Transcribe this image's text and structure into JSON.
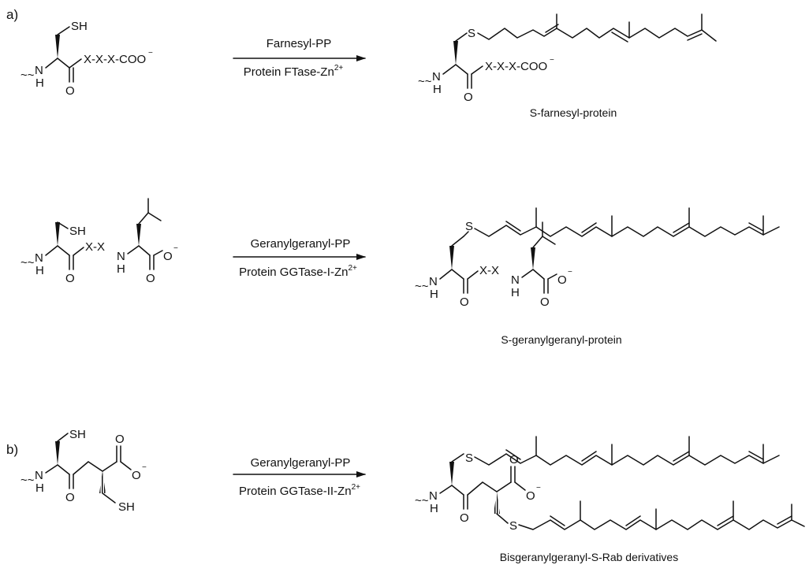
{
  "panels": {
    "a": "a)",
    "b": "b)"
  },
  "atoms": {
    "sh": "SH",
    "s": "S",
    "nh_n": "N",
    "nh_h": "H",
    "o": "O",
    "tilde": "~~",
    "xxx_coo": "X-X-X-COO",
    "xx": "X-X",
    "n": "N",
    "h": "H",
    "o_minus": "O",
    "minus": "−"
  },
  "reactions": [
    {
      "reagent_top": "Farnesyl-PP",
      "reagent_bottom_base": "Protein FTase-Zn",
      "reagent_bottom_sup": "2+",
      "product_name": "S-farnesyl-protein"
    },
    {
      "reagent_top": "Geranylgeranyl-PP",
      "reagent_bottom_base": "Protein GGTase-I-Zn",
      "reagent_bottom_sup": "2+",
      "product_name": "S-geranylgeranyl-protein"
    },
    {
      "reagent_top": "Geranylgeranyl-PP",
      "reagent_bottom_base": "Protein GGTase-II-Zn",
      "reagent_bottom_sup": "2+",
      "product_name": "Bisgeranylgeranyl-S-Rab derivatives"
    }
  ]
}
